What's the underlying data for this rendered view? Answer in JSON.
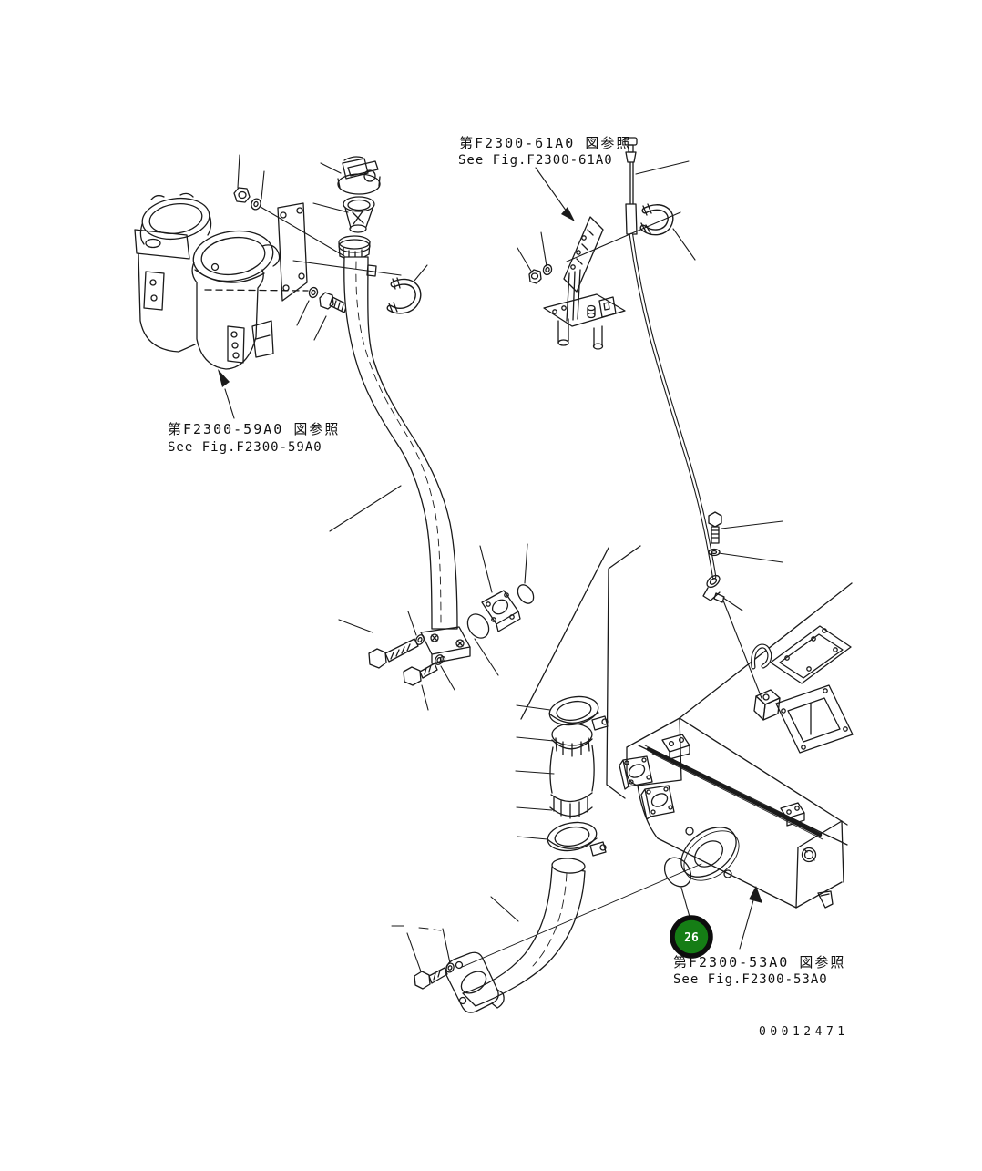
{
  "page": {
    "background": "#ffffff",
    "line_color": "#1a1a1a"
  },
  "figure": {
    "drawing_number": "00012471"
  },
  "balloon": {
    "number": "26",
    "fill": "#157d15",
    "ring_color": "#0d0d0d",
    "text_color": "#ffffff"
  },
  "references": {
    "fig_61a0": {
      "jp": "第F2300-61A0 図参照",
      "en": "See Fig.F2300-61A0"
    },
    "fig_59a0": {
      "jp": "第F2300-59A0 図参照",
      "en": "See Fig.F2300-59A0"
    },
    "fig_53a0": {
      "jp": "第F2300-53A0 図参照",
      "en": "See Fig.F2300-53A0"
    }
  },
  "parts": [
    "fuel-filter-canisters",
    "canister-mounting-plate",
    "filler-cap",
    "filler-strainer",
    "filler-tube",
    "u-bolt-clamp",
    "dipstick",
    "dipstick-guide-bracket",
    "flange-block",
    "o-ring-seals",
    "hose-clamps",
    "rubber-hose",
    "elbow-tube",
    "elbow-flange",
    "fuel-tank",
    "bolts-washers-nuts"
  ]
}
